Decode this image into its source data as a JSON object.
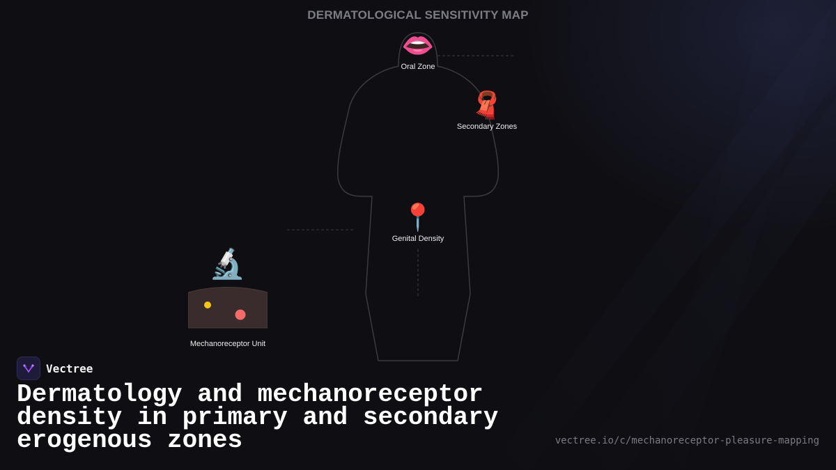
{
  "map_title": "DERMATOLOGICAL SENSITIVITY MAP",
  "zones": {
    "oral": {
      "icon": "👄",
      "icon_name": "lips-icon",
      "label": "Oral Zone"
    },
    "secondary": {
      "icon": "🧣",
      "icon_name": "scarf-icon",
      "label": "Secondary Zones"
    },
    "genital": {
      "icon": "📍",
      "icon_name": "pin-icon",
      "label": "Genital Density"
    }
  },
  "mechanoreceptor": {
    "icon": "🔬",
    "icon_name": "microscope-icon",
    "label": "Mechanoreceptor Unit",
    "receptor_colors": [
      "#f5c518",
      "#f36b6b"
    ]
  },
  "brand": {
    "name": "Vectree",
    "logo_icon": "vectree-logo-icon",
    "accent": "#a855f7"
  },
  "headline": "Dermatology and mechanoreceptor density in primary and secondary erogenous zones",
  "url": "vectree.io/c/mechanoreceptor-pleasure-mapping",
  "colors": {
    "background": "#0f0f13",
    "outline": "#3a3a40",
    "skin_sample": "#3a2c2c"
  }
}
